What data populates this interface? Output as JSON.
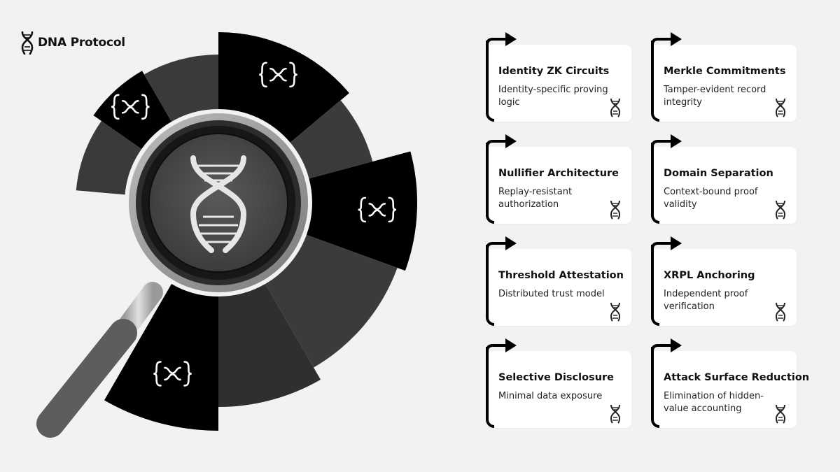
{
  "brand": {
    "name": "DNA Protocol",
    "icon": "dna-icon"
  },
  "center_icon": "dna-icon",
  "segment_icon": "xrp-braces-icon",
  "features": [
    {
      "title": "Identity ZK Circuits",
      "desc": "Identity-specific proving logic"
    },
    {
      "title": "Merkle Commitments",
      "desc": "Tamper-evident record integrity"
    },
    {
      "title": "Nullifier Architecture",
      "desc": "Replay-resistant authorization"
    },
    {
      "title": "Domain Separation",
      "desc": "Context-bound proof validity"
    },
    {
      "title": "Threshold Attestation",
      "desc": "Distributed trust model"
    },
    {
      "title": "XRPL Anchoring",
      "desc": "Independent proof verification"
    },
    {
      "title": "Selective Disclosure",
      "desc": "Minimal data exposure"
    },
    {
      "title": "Attack Surface Reduction",
      "desc": "Elimination of hidden-value accounting"
    }
  ]
}
